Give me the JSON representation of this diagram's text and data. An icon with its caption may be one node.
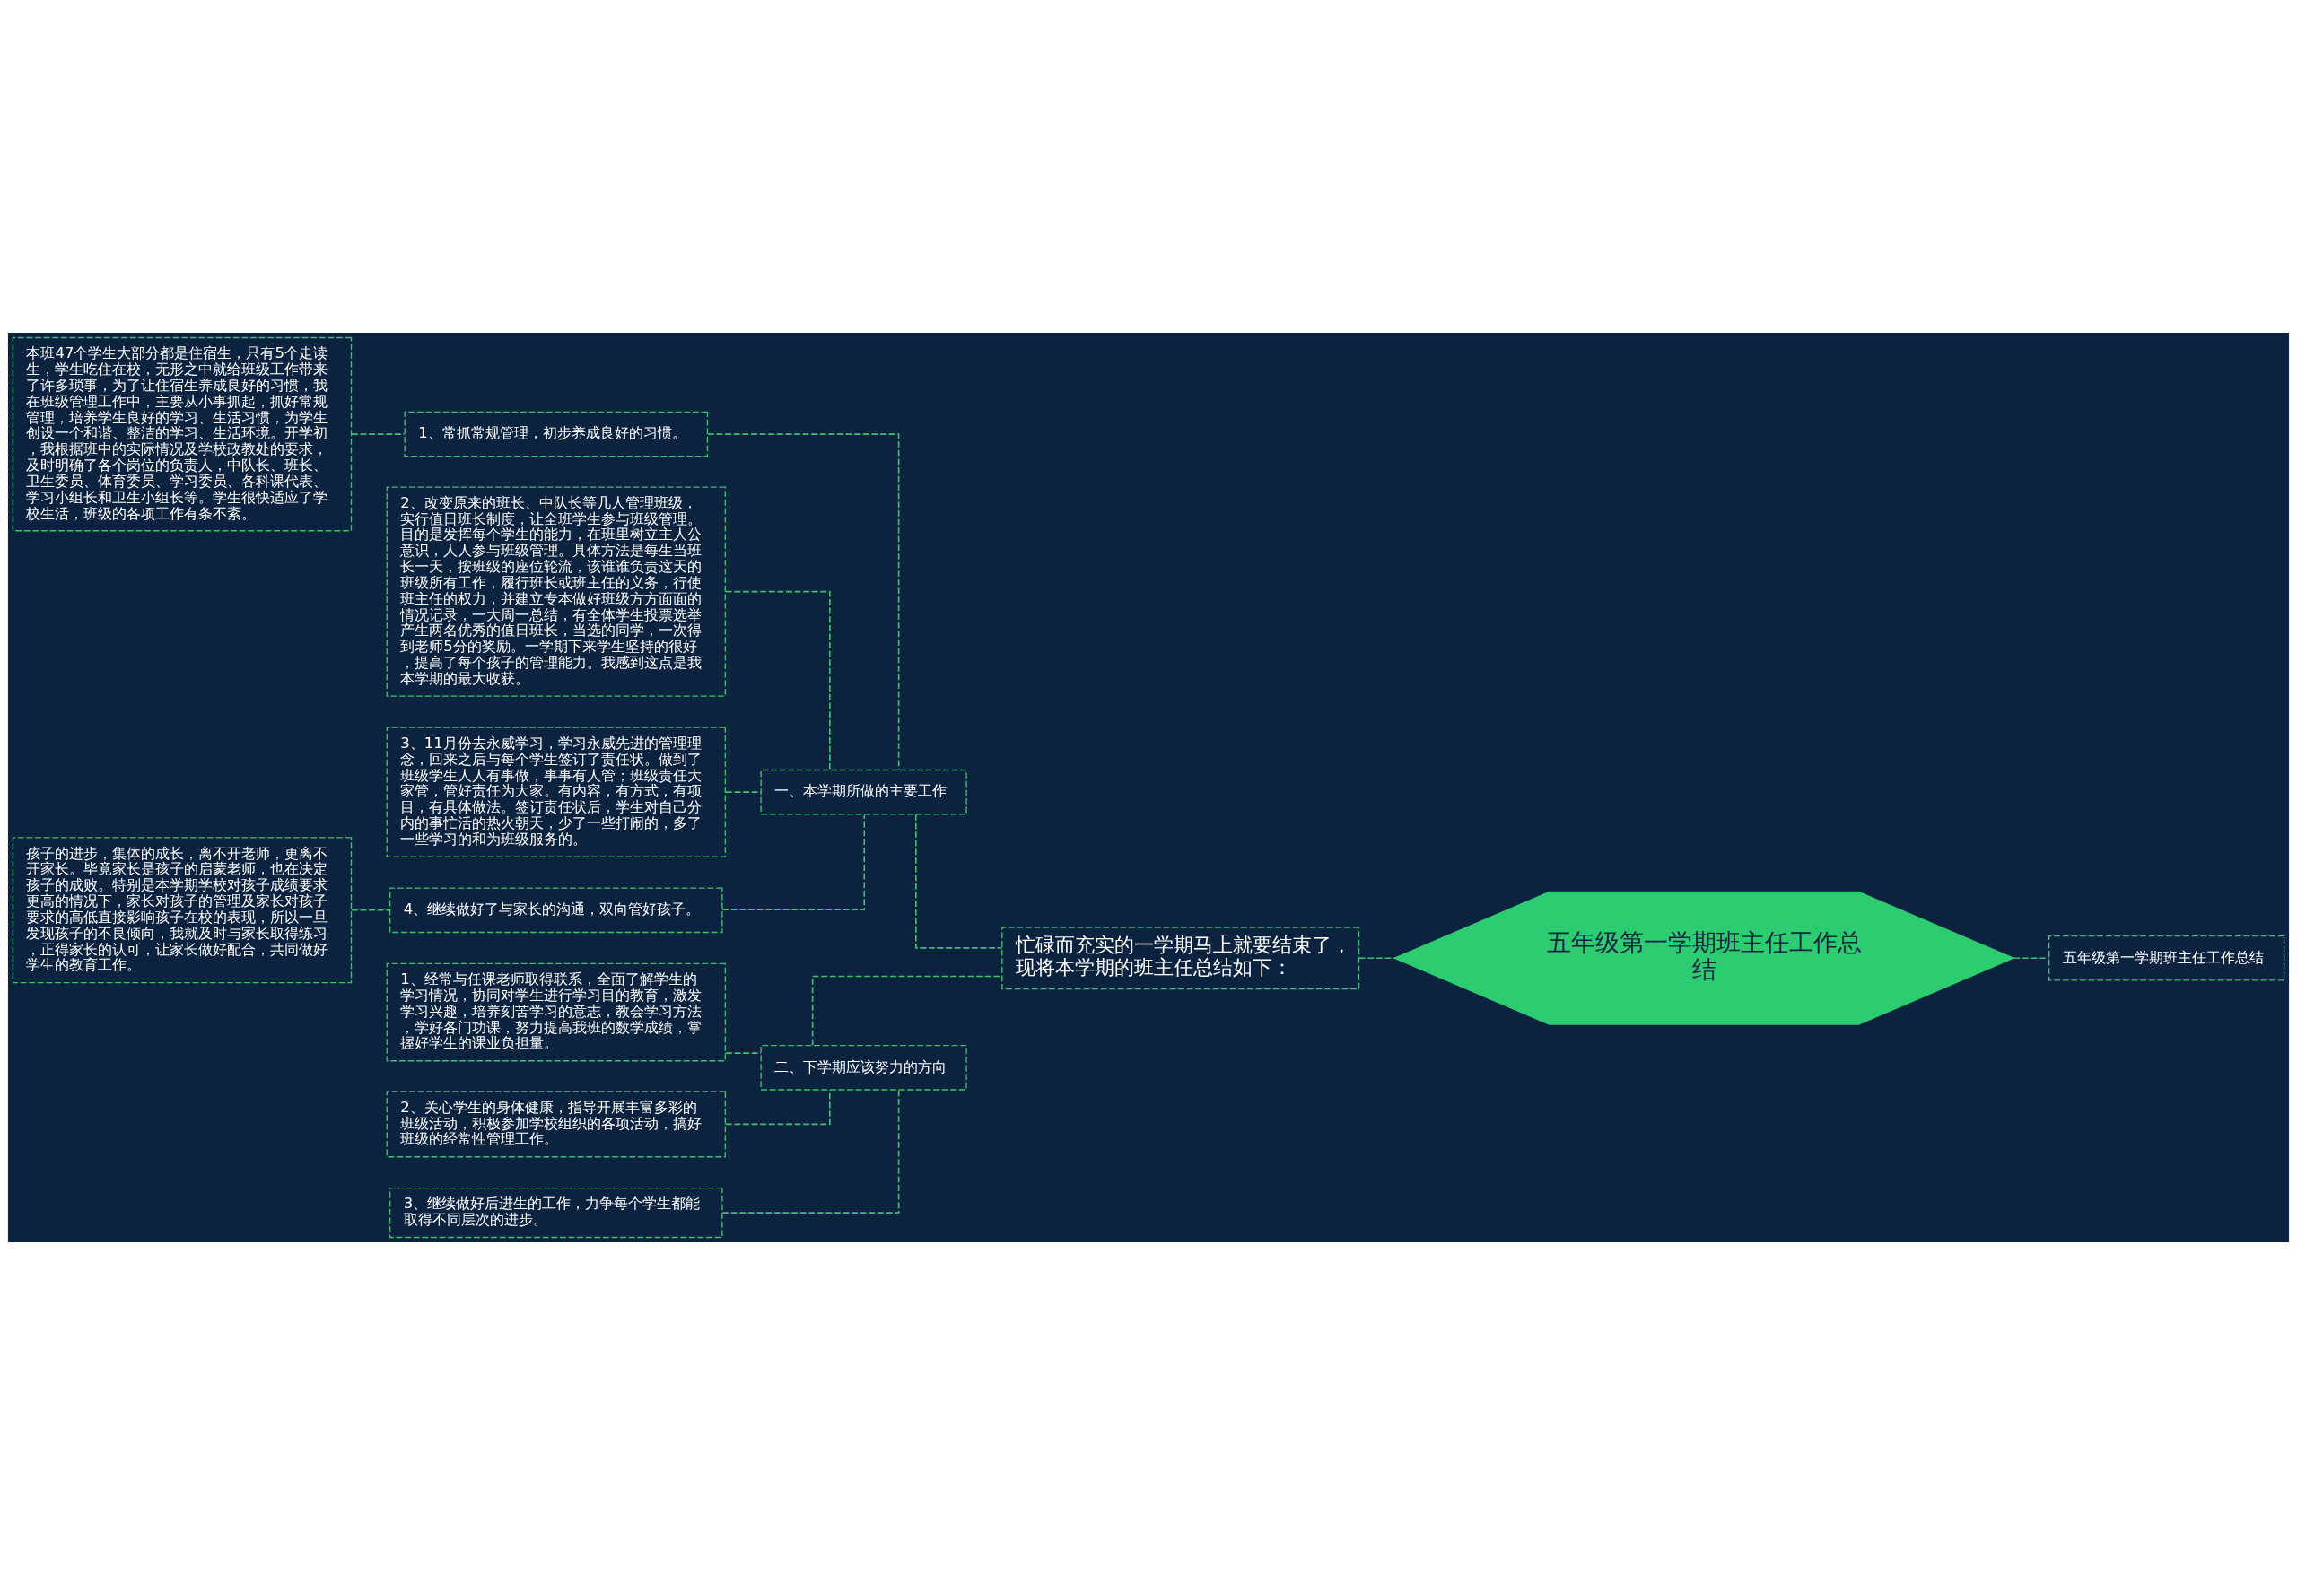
{
  "diagram": {
    "nodes": [
      {
        "text": [
          "五年级第一学期班主任工作总结"
        ]
      },
      {
        "text": [
          "五年级第一学期班主任工作总结"
        ]
      },
      {
        "text": [
          "忙碌而充实的一学期马上就要结束了，现将本学期的班主任总结如下："
        ]
      },
      {
        "text": [
          "一、本学期所做的主要工作"
        ]
      },
      {
        "text": [
          "1、常抓常规管理，初步养成良好的习惯。"
        ]
      },
      {
        "text": [
          "本班47个学生大部分都是住宿生，只有5个走读生，学生吃住在校，无形之中就给班级工作带来了许多琐事，为了让住宿生养成良好的习惯，我在班级管理工作中，主要从小事抓起，抓好常规管理，培养学生良好的学习、生活习惯，为学生创设一个和谐、整洁的学习、生活环境。开学初，我根据班中的实际情况及学校政教处的要求，及时明确了各个岗位的负责人，中队长、班长、卫生委员、体育委员、学习委员、各科课代表、学习小组长和卫生小组长等。学生很快适应了学校生活，班级的各项工作有条不紊。"
        ]
      },
      {
        "text": [
          "2、改变原来的班长、中队长等几人管理班级，实行值日班长制度，让全班学生参与班级管理。目的是发挥每个学生的能力，在班里树立主人公意识，人人参与班级管理。具体方法是每生当班长一天，按班级的座位轮流，该谁谁负责这天的班级所有工作，履行班长或班主任的义务，行使班主任的权力，并建立专本做好班级方方面面的情况记录，一大周一总结，有全体学生投票选举产生两名优秀的值日班长，当选的同学，一次得到老师5分的奖励。一学期下来学生坚持的很好，提高了每个孩子的管理能力。我感到这点是我本学期的最大收获。"
        ]
      },
      {
        "text": [
          "3、11月份去永威学习，学习永威先进的管理理念，回来之后与每个学生签订了责任状。做到了班级学生人人有事做，事事有人管；班级责任大家管，管好责任为大家。有内容，有方式，有项目，有具体做法。签订责任状后，学生对自己分内的事忙活的热火朝天，少了一些打闹的，多了一些学习的和为班级服务的。"
        ]
      },
      {
        "text": [
          "4、继续做好了与家长的沟通，双向管好孩子。"
        ]
      },
      {
        "text": [
          "孩子的进步，集体的成长，离不开老师，更离不开家长。毕竟家长是孩子的启蒙老师，也在决定孩子的成败。特别是本学期学校对孩子成绩要求更高的情况下，家长对孩子的管理及家长对孩子要求的高低直接影响孩子在校的表现，所以一旦发现孩子的不良倾向，我就及时与家长取得练习，正得家长的认可，让家长做好配合，共同做好学生的教育工作。"
        ]
      },
      {
        "text": [
          "二、下学期应该努力的方向"
        ]
      },
      {
        "text": [
          "1、经常与任课老师取得联系，全面了解学生的学习情况，协同对学生进行学习目的教育，激发学习兴趣，培养刻苦学习的意志，教会学习方法，学好各门功课，努力提高我班的数学成绩，掌握好学生的课业负担量。"
        ]
      },
      {
        "text": [
          "2、关心学生的身体健康，指导开展丰富多彩的班级活动，积极参加学校组织的各项活动，搞好班级的经常性管理工作。"
        ]
      },
      {
        "text": [
          "3、继续做好后进生的工作，力争每个学生都能取得不同层次的进步。"
        ]
      }
    ],
    "edges": [
      {
        "from": 0,
        "to": 1,
        "arrow": "none"
      },
      {
        "from": 0,
        "to": 2,
        "arrow": "none"
      },
      {
        "from": 2,
        "to": 3,
        "arrow": "none"
      },
      {
        "from": 2,
        "to": 10,
        "arrow": "none"
      },
      {
        "from": 3,
        "to": 4,
        "arrow": "none"
      },
      {
        "from": 3,
        "to": 6,
        "arrow": "none"
      },
      {
        "from": 3,
        "to": 7,
        "arrow": "none"
      },
      {
        "from": 3,
        "to": 8,
        "arrow": "none"
      },
      {
        "from": 4,
        "to": 5,
        "arrow": "none"
      },
      {
        "from": 8,
        "to": 9,
        "arrow": "none"
      },
      {
        "from": 10,
        "to": 11,
        "arrow": "none"
      },
      {
        "from": 10,
        "to": 12,
        "arrow": "none"
      },
      {
        "from": 10,
        "to": 13,
        "arrow": "none"
      }
    ]
  }
}
